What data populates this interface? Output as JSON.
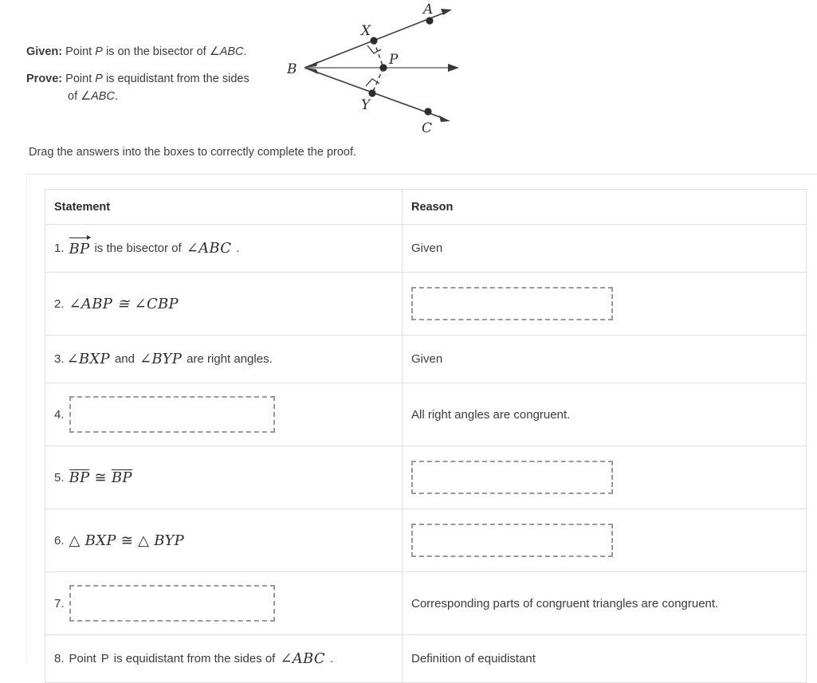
{
  "problem": {
    "given_label": "Given:",
    "given_text": "Point P is on the bisector of ∠ABC.",
    "prove_label": "Prove:",
    "prove_text": "Point P is equidistant from the sides",
    "prove_text_cont": "of ∠ABC."
  },
  "figure": {
    "labels": {
      "A": "A",
      "B": "B",
      "C": "C",
      "P": "P",
      "X": "X",
      "Y": "Y"
    },
    "description": "Angle ABC with bisector ray BP; perpendicular segments PX and PY to the sides with right angle marks at X and Y."
  },
  "instruction": "Drag the answers into the boxes to correctly complete the proof.",
  "table": {
    "headers": {
      "statement": "Statement",
      "reason": "Reason"
    },
    "rows": [
      {
        "number": "1.",
        "statement_type": "text",
        "statement_parts": {
          "ray": "BP",
          "middle": "is the bisector of",
          "angle": "∠ABC",
          "end": "."
        },
        "reason_type": "text",
        "reason": "Given"
      },
      {
        "number": "2.",
        "statement_type": "math",
        "statement": "∠ABP ≅ ∠CBP",
        "reason_type": "dropzone",
        "reason": ""
      },
      {
        "number": "3.",
        "statement_type": "mixed",
        "statement_parts": {
          "a": "∠BXP",
          "and": "and",
          "b": "∠BYP",
          "tail": "are right angles."
        },
        "reason_type": "text",
        "reason": "Given"
      },
      {
        "number": "4.",
        "statement_type": "dropzone",
        "statement": "",
        "reason_type": "text",
        "reason": "All right angles are congruent."
      },
      {
        "number": "5.",
        "statement_type": "segments",
        "statement_parts": {
          "left": "BP",
          "rel": "≅",
          "right": "BP"
        },
        "reason_type": "dropzone",
        "reason": ""
      },
      {
        "number": "6.",
        "statement_type": "triangles",
        "statement_parts": {
          "left": "△ BXP",
          "rel": "≅",
          "right": "△ BYP"
        },
        "reason_type": "dropzone",
        "reason": ""
      },
      {
        "number": "7.",
        "statement_type": "dropzone",
        "statement": "",
        "reason_type": "text",
        "reason": "Corresponding parts of congruent triangles are congruent."
      },
      {
        "number": "8.",
        "statement_type": "mixed2",
        "statement_parts": {
          "lead": "Point",
          "p": "P",
          "mid": "is equidistant from the sides of",
          "angle": "∠ABC",
          "end": "."
        },
        "reason_type": "text",
        "reason": "Definition of equidistant"
      }
    ]
  },
  "colors": {
    "text": "#3b3b3b",
    "border": "#e0e0e0",
    "dashed": "#9a9a9a",
    "figure_stroke": "#3a3a3a",
    "background": "#ffffff"
  }
}
